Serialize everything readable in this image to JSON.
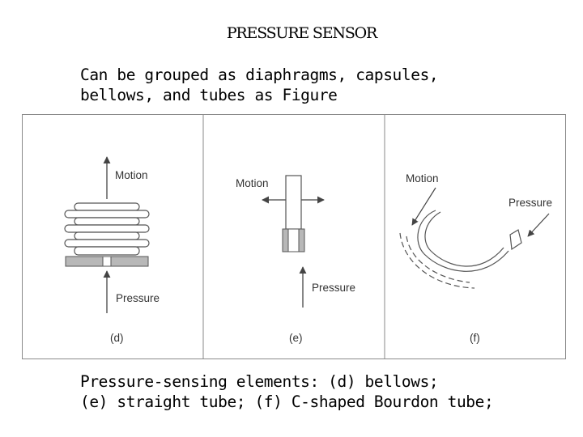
{
  "slide": {
    "title": "PRESSURE SENSOR",
    "intro_lines": [
      "Can be grouped as diaphragms, capsules,",
      "bellows, and tubes as Figure"
    ],
    "caption_lines": [
      "Pressure-sensing elements: (d) bellows;",
      "(e) straight tube; (f) C-shaped Bourdon tube;"
    ]
  },
  "figure": {
    "panels": [
      {
        "id": "d",
        "tag": "(d)",
        "labels": {
          "motion": "Motion",
          "pressure": "Pressure"
        }
      },
      {
        "id": "e",
        "tag": "(e)",
        "labels": {
          "motion": "Motion",
          "pressure": "Pressure"
        }
      },
      {
        "id": "f",
        "tag": "(f)",
        "labels": {
          "motion": "Motion",
          "pressure": "Pressure"
        }
      }
    ]
  }
}
